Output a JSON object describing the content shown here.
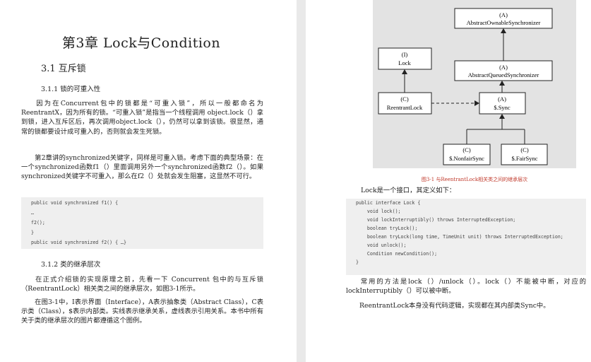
{
  "left_page": {
    "chapter_title": "第3章 Lock与Condition",
    "section_title": "3.1 互斥锁",
    "subsection1_title": "3.1.1 锁的可重入性",
    "p1": "因为在Concurrent包中的锁都是“可重入锁”，所以一般都命名为ReentrantX，因为所有的锁。“可重入锁”是指当一个线程调用 object.lock（）拿到锁，进入互斥区后，再次调用object.lock（），仍然可以拿到该锁。很显然，通常的锁都要设计成可重入的，否则就会发生死锁。",
    "p2": "第2章讲的synchronized关键字，同样是可重入锁。考虑下面的典型场景：在一个synchronized函数f1（）里面调用另外一个synchronized函数f2（）。如果synchronized关键字不可重入，那么在f2（）处就会发生阻塞，这显然不可行。",
    "code_lines": [
      "public void synchronized f1() {",
      "…",
      "f2();",
      "}",
      "public void synchronized f2() { …}"
    ],
    "subsection2_title": "3.1.2 类的继承层次",
    "p3": "在正式介绍锁的实现原理之前，先看一下 Concurrent 包中的与互斥锁（ReentrantLock）相关类之间的继承层次，如图3-1所示。",
    "p4": "在图3-1中，I表示界面（Interface），A表示抽象类（Abstract Class），C表示类（Class），$表示内部类。实线表示继承关系，虚线表示引用关系。本书中所有关于类的继承层次的图片都遵循这个图例。"
  },
  "right_page": {
    "diagram": {
      "aos": {
        "tag": "(A)",
        "name": "AbstractOwnableSynchronizer"
      },
      "aqs": {
        "tag": "(A)",
        "name": "AbstractQueuedSynchronizer"
      },
      "lock": {
        "tag": "(I)",
        "name": "Lock"
      },
      "reentrant": {
        "tag": "(C)",
        "name": "ReentrantLock"
      },
      "sync": {
        "tag": "(A)",
        "name": "$.Sync"
      },
      "nonfair": {
        "tag": "(C)",
        "name": "$.NonfairSync"
      },
      "fair": {
        "tag": "(C)",
        "name": "$.FairSync"
      }
    },
    "figure_caption": "图3-1 与ReentrantLock相关类之间的继承层次",
    "p1": "Lock是一个接口，其定义如下：",
    "code_lines": [
      "public interface Lock {",
      "    void lock();",
      "    void lockInterruptibly() throws InterruptedException;",
      "    boolean tryLock();",
      "    boolean tryLock(long time, TimeUnit unit) throws InterruptedException;",
      "    void unlock();",
      "    Condition newCondition();",
      "}"
    ],
    "p2": "常用的方法是lock（）/unlock（）。lock（）不能被中断，对应的lockInterruptibly（）可以被中断。",
    "p3": "ReentrantLock本身没有代码逻辑，实现都在其内部类Sync中。"
  }
}
